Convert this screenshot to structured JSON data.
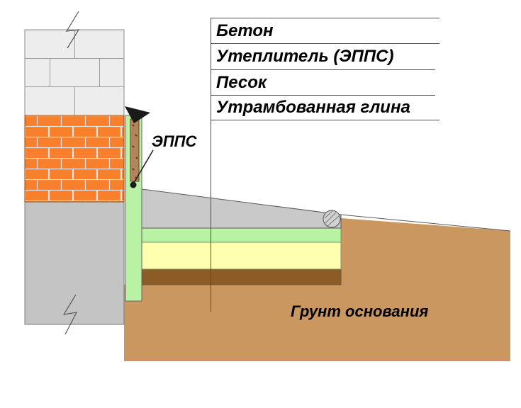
{
  "callout_table": {
    "rows": [
      {
        "label": "Бетон"
      },
      {
        "label": "Утеплитель (ЭППС)"
      },
      {
        "label": "Песок"
      },
      {
        "label": "Утрамбованная глина"
      }
    ]
  },
  "annotations": {
    "insulation": "ЭППС",
    "soil": "Грунт основания"
  },
  "colors": {
    "brick": "#f8802d",
    "brick_mortar": "#e2e2e2",
    "block": "#ededed",
    "foundation": "#c4c4c4",
    "blind_area": "#c9c9c9",
    "insulation": "#b9f2a4",
    "sand": "#ffffb0",
    "clay": "#8d5b26",
    "soil": "#c9975f",
    "wood": "#b2855c",
    "line": "#4d4d4d"
  }
}
